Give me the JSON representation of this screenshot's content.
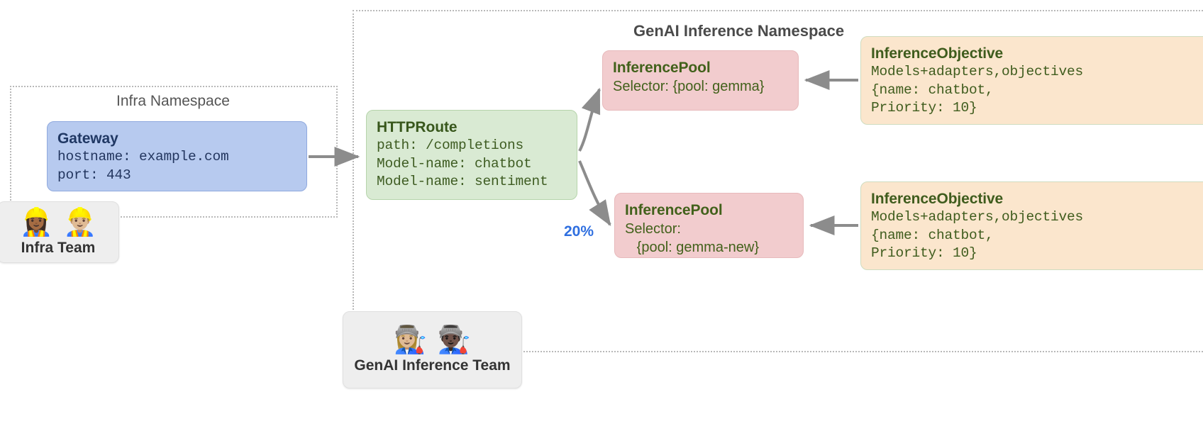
{
  "namespaces": {
    "infra": {
      "title": "Infra Namespace"
    },
    "genai": {
      "title": "GenAI Inference Namespace"
    }
  },
  "nodes": {
    "gateway": {
      "title": "Gateway",
      "line1": "hostname: example.com",
      "line2": "port: 443"
    },
    "httproute": {
      "title": "HTTPRoute",
      "line1": "path: /completions",
      "line2": "Model-name: chatbot",
      "line3": "Model-name: sentiment"
    },
    "pool_1": {
      "title": "InferencePool",
      "line1": "Selector: {pool: gemma}"
    },
    "pool_2": {
      "title": "InferencePool",
      "line1": "Selector:",
      "line2": "   {pool: gemma-new}"
    },
    "objective_1": {
      "title": "InferenceObjective",
      "line1": "Models+adapters,objectives",
      "line2": "{name: chatbot,",
      "line3": "Priority: 10}"
    },
    "objective_2": {
      "title": "InferenceObjective",
      "line1": "Models+adapters,objectives",
      "line2": "{name: chatbot,",
      "line3": "Priority: 10}"
    }
  },
  "teams": {
    "infra": {
      "label": "Infra Team",
      "emoji_1": "👷🏾‍♀️",
      "emoji_2": "👷🏼‍♂️"
    },
    "genai": {
      "label": "GenAI Inference Team",
      "emoji_1": "👩🏼‍🏭",
      "emoji_2": "👨🏿‍🏭"
    }
  },
  "labels": {
    "split_percent": "20%"
  },
  "colors": {
    "gateway_fill": "#b7caef",
    "httproute_fill": "#d9ead3",
    "inferencepool_fill": "#f2ccce",
    "inferenceobjective_fill": "#fbe6cd",
    "team_card_fill": "#eeeeee",
    "arrow_stroke": "#8c8c8c",
    "percent_text": "#2f6fe0",
    "namespace_border": "#b9b9b9"
  }
}
